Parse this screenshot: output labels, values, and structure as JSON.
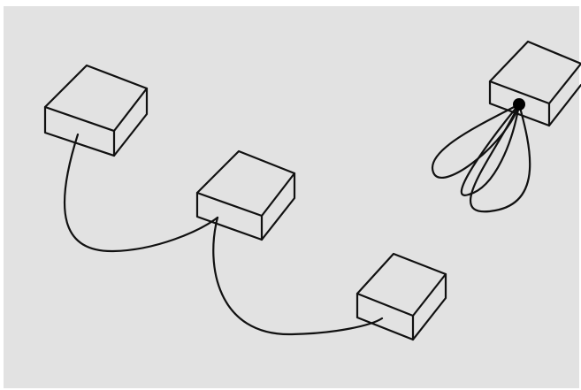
{
  "colors": {
    "frame": "#ffffff",
    "panel": "#e2e2e2",
    "stroke": "#111111",
    "port_dot": "#000000"
  },
  "diagram": {
    "nodes": [
      {
        "id": "box-1",
        "icon": "box-icon"
      },
      {
        "id": "box-2",
        "icon": "box-icon"
      },
      {
        "id": "box-3",
        "icon": "box-icon"
      },
      {
        "id": "box-4",
        "icon": "box-icon",
        "port": true
      }
    ],
    "edges": [
      {
        "from": "box-1",
        "to": "box-2"
      },
      {
        "from": "box-2",
        "to": "box-3"
      },
      {
        "from": "box-4",
        "to": "box-4",
        "kind": "self-loop"
      },
      {
        "from": "box-4",
        "to": "box-4",
        "kind": "self-loop"
      }
    ]
  }
}
